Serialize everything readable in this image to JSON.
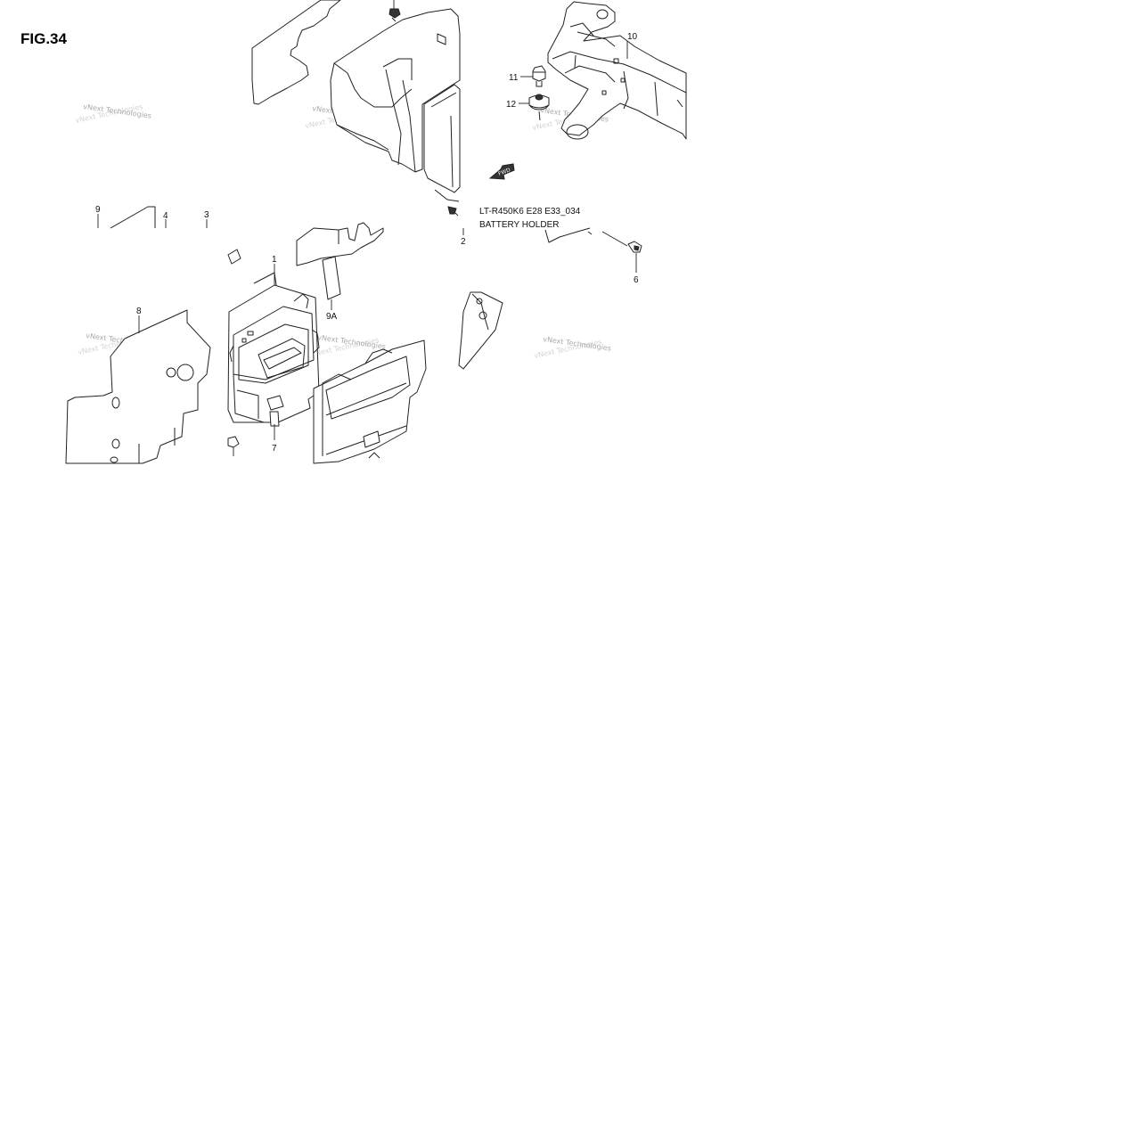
{
  "figure": {
    "title": "FIG.34",
    "caption_code": "LT-R450K6 E28 E33_034",
    "caption_name": "BATTERY HOLDER",
    "fwd_label": "FWD"
  },
  "callouts": {
    "c1": "1",
    "c2": "2",
    "c3": "3",
    "c4": "4",
    "c6": "6",
    "c7": "7",
    "c8": "8",
    "c9": "9",
    "c9a": "9A",
    "c10": "10",
    "c11": "11",
    "c12": "12"
  },
  "watermark": {
    "text": "vNext Technologies"
  }
}
